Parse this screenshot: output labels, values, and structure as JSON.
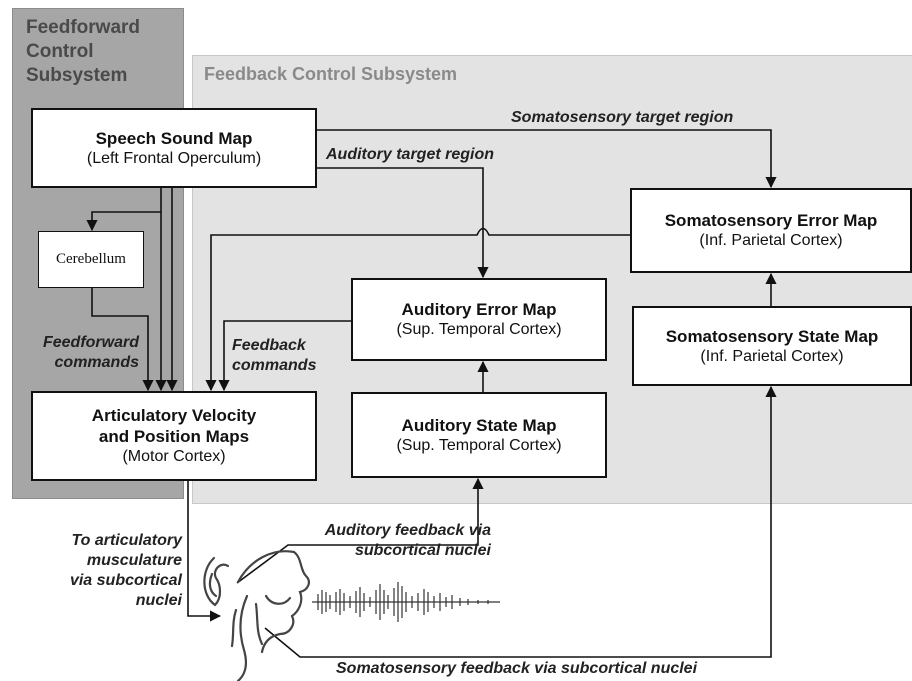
{
  "panels": {
    "feedforward_title": "Feedforward\nControl\nSubsystem",
    "feedback_title": "Feedback Control Subsystem"
  },
  "boxes": {
    "speech_sound_map": {
      "title": "Speech Sound Map",
      "subtitle": "(Left Frontal Operculum)"
    },
    "cerebellum": {
      "title": "Cerebellum"
    },
    "articulatory_maps": {
      "title": "Articulatory Velocity\nand Position Maps",
      "subtitle": "(Motor Cortex)"
    },
    "auditory_error_map": {
      "title": "Auditory Error Map",
      "subtitle": "(Sup. Temporal Cortex)"
    },
    "auditory_state_map": {
      "title": "Auditory State Map",
      "subtitle": "(Sup. Temporal Cortex)"
    },
    "somatosensory_error_map": {
      "title": "Somatosensory Error Map",
      "subtitle": "(Inf. Parietal Cortex)"
    },
    "somatosensory_state_map": {
      "title": "Somatosensory State Map",
      "subtitle": "(Inf. Parietal Cortex)"
    }
  },
  "labels": {
    "somatosensory_target": "Somatosensory target region",
    "auditory_target": "Auditory target region",
    "feedforward_commands": "Feedforward\ncommands",
    "feedback_commands": "Feedback\ncommands",
    "to_musculature": "To articulatory\nmusculature\nvia subcortical\nnuclei",
    "auditory_feedback": "Auditory feedback via\nsubcortical nuclei",
    "somatosensory_feedback": "Somatosensory feedback via subcortical nuclei"
  },
  "colors": {
    "feedforward_panel": "#a6a6a6",
    "feedback_panel": "#e3e3e3",
    "lines": "#111111"
  }
}
